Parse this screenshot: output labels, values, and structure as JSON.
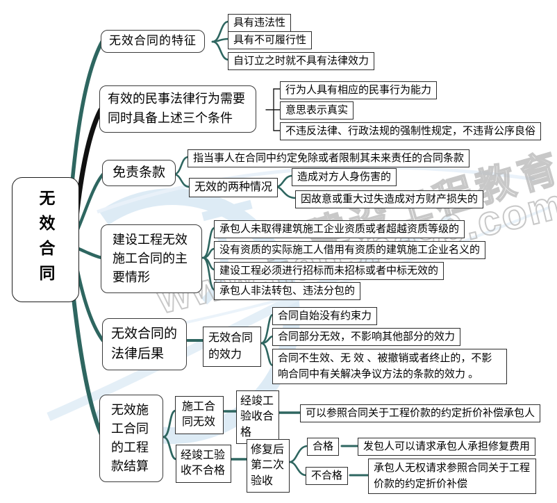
{
  "root_label": "无效合同",
  "branches": [
    {
      "label": "无效合同的特征",
      "children": [
        {
          "label": "具有违法性"
        },
        {
          "label": "具有不可履行性"
        },
        {
          "label": "自订立之时就不具有法律效力"
        }
      ]
    },
    {
      "label": "有效的民事法律行为需要同时具备上述三个条件",
      "children": [
        {
          "label": "行为人具有相应的民事行为能力"
        },
        {
          "label": "意思表示真实"
        },
        {
          "label": "不违反法律、行政法规的强制性规定，不违背公序良俗"
        }
      ]
    },
    {
      "label": "免责条款",
      "children": [
        {
          "label": "指当事人在合同中约定免除或者限制其未来责任的合同条款"
        },
        {
          "label": "无效的两种情况",
          "children": [
            {
              "label": "造成对方人身伤害的"
            },
            {
              "label": "因故意或重大过失造成对方财产损失的"
            }
          ]
        }
      ]
    },
    {
      "label": "建设工程无效施工合同的主要情形",
      "children": [
        {
          "label": "承包人未取得建筑施工企业资质或者超越资质等级的"
        },
        {
          "label": "没有资质的实际施工人借用有资质的建筑施工企业名义的"
        },
        {
          "label": "建设工程必须进行招标而未招标或者中标无效的"
        },
        {
          "label": "承包人非法转包、违法分包的"
        }
      ]
    },
    {
      "label": "无效合同的法律后果",
      "children": [
        {
          "label": "无效合同的效力",
          "children": [
            {
              "label": "合同自始没有约束力"
            },
            {
              "label": "合同部分无效，不影响其他部分的效力"
            },
            {
              "label": "合同不生效、无 效 、被撤销或者终止的，不影响合同中有关解决争议方法的条款的效力 。"
            }
          ]
        }
      ]
    },
    {
      "label": "无效施工合同的工程款结算",
      "children": [
        {
          "label": "施工合同无效",
          "children": [
            {
              "label": "经竣工验收合格",
              "children": [
                {
                  "label": "可以参照合同关于工程价款的约定折价补偿承包人"
                }
              ]
            }
          ]
        },
        {
          "label": "经竣工验收不合格",
          "children": [
            {
              "label": "修复后第二次验收",
              "children": [
                {
                  "label": "合格",
                  "children": [
                    {
                      "label": "发包人可以请求承包人承担修复费用"
                    }
                  ]
                },
                {
                  "label": "不合格",
                  "children": [
                    {
                      "label": "承包人无权请求参照合同关于工程价款的约定折价补偿"
                    }
                  ]
                }
              ]
            }
          ]
        }
      ]
    }
  ],
  "watermark": {
    "brand": "建设工程教育网",
    "site": "www.jianshe99.com"
  },
  "colors": {
    "branch_teal": "#2e6660",
    "branch_black": "#111111",
    "node_border": "#2c2c2c",
    "watermark_gray": "#b6b6b6",
    "watermark_blue": "#c3dbee"
  }
}
